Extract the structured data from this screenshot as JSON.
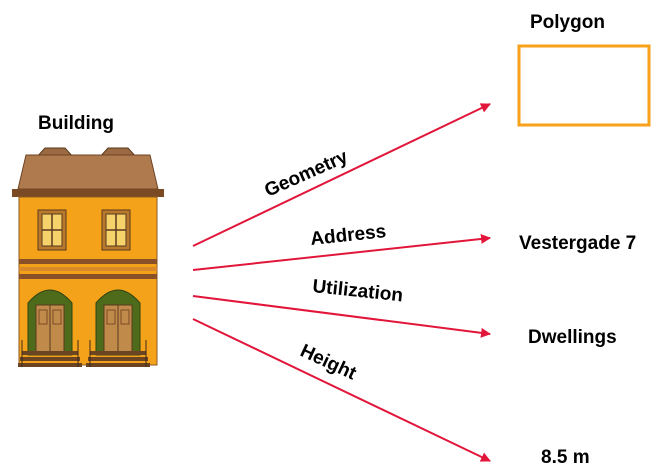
{
  "entity": {
    "name": "Building",
    "icon": "townhouse-icon"
  },
  "attributes": [
    {
      "relation": "Geometry",
      "value": "Polygon",
      "value_icon": "rectangle-polygon-icon"
    },
    {
      "relation": "Address",
      "value": "Vestergade 7"
    },
    {
      "relation": "Utilization",
      "value": "Dwellings"
    },
    {
      "relation": "Height",
      "value": "8.5 m"
    }
  ],
  "colors": {
    "arrow": "#e2163a",
    "polygon_stroke": "#f7a21a",
    "facade": "#f5a21b",
    "roof": "#b07a4f",
    "door_arch": "#4e6b1b",
    "text": "#000000"
  }
}
